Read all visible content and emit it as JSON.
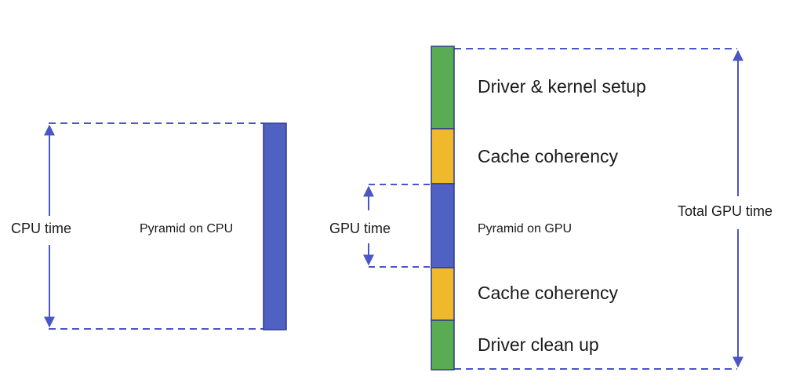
{
  "cpu": {
    "time_label": "CPU time",
    "bar_label": "Pyramid on CPU",
    "bar_color": "#5061c4"
  },
  "gpu": {
    "time_label": "GPU time",
    "total_label": "Total GPU time",
    "segments": [
      {
        "label": "Driver & kernel setup",
        "color": "#5aac52"
      },
      {
        "label": "Cache coherency",
        "color": "#f0b92b"
      },
      {
        "label": "Pyramid on GPU",
        "color": "#5061c4"
      },
      {
        "label": "Cache coherency",
        "color": "#f0b92b"
      },
      {
        "label": "Driver clean up",
        "color": "#5aac52"
      }
    ]
  },
  "line_color": "#4a56c6",
  "bar_border_color": "#2e3a8a"
}
